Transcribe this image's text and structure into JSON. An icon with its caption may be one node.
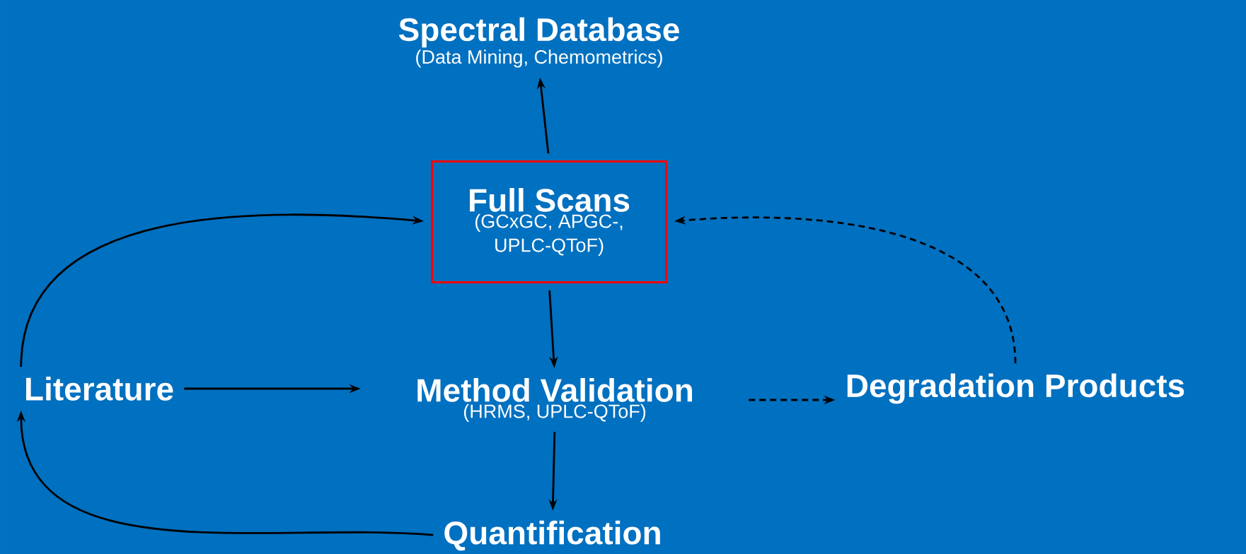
{
  "diagram": {
    "nodes": [
      {
        "text": [
          "Spectral Database",
          "(Data Mining, Chemometrics)"
        ]
      },
      {
        "text": [
          "Full Scans",
          "(GCxGC, APGC-, UPLC-QToF)"
        ]
      },
      {
        "text": [
          "Literature"
        ]
      },
      {
        "text": [
          "Method Validation",
          "(HRMS, UPLC-QToF)"
        ]
      },
      {
        "text": [
          "Degradation Products"
        ]
      },
      {
        "text": [
          "Quantification"
        ]
      }
    ],
    "edges": [
      {
        "from": 1,
        "to": 0,
        "arrow": "to"
      },
      {
        "from": 2,
        "to": 1,
        "arrow": "to"
      },
      {
        "from": 1,
        "to": 3,
        "arrow": "to"
      },
      {
        "from": 2,
        "to": 3,
        "arrow": "to"
      },
      {
        "from": 3,
        "to": 4,
        "arrow": "to",
        "style": "dashed"
      },
      {
        "from": 4,
        "to": 1,
        "arrow": "to",
        "style": "dashed"
      },
      {
        "from": 3,
        "to": 5,
        "arrow": "to"
      },
      {
        "from": 5,
        "to": 2,
        "arrow": "to"
      }
    ]
  }
}
